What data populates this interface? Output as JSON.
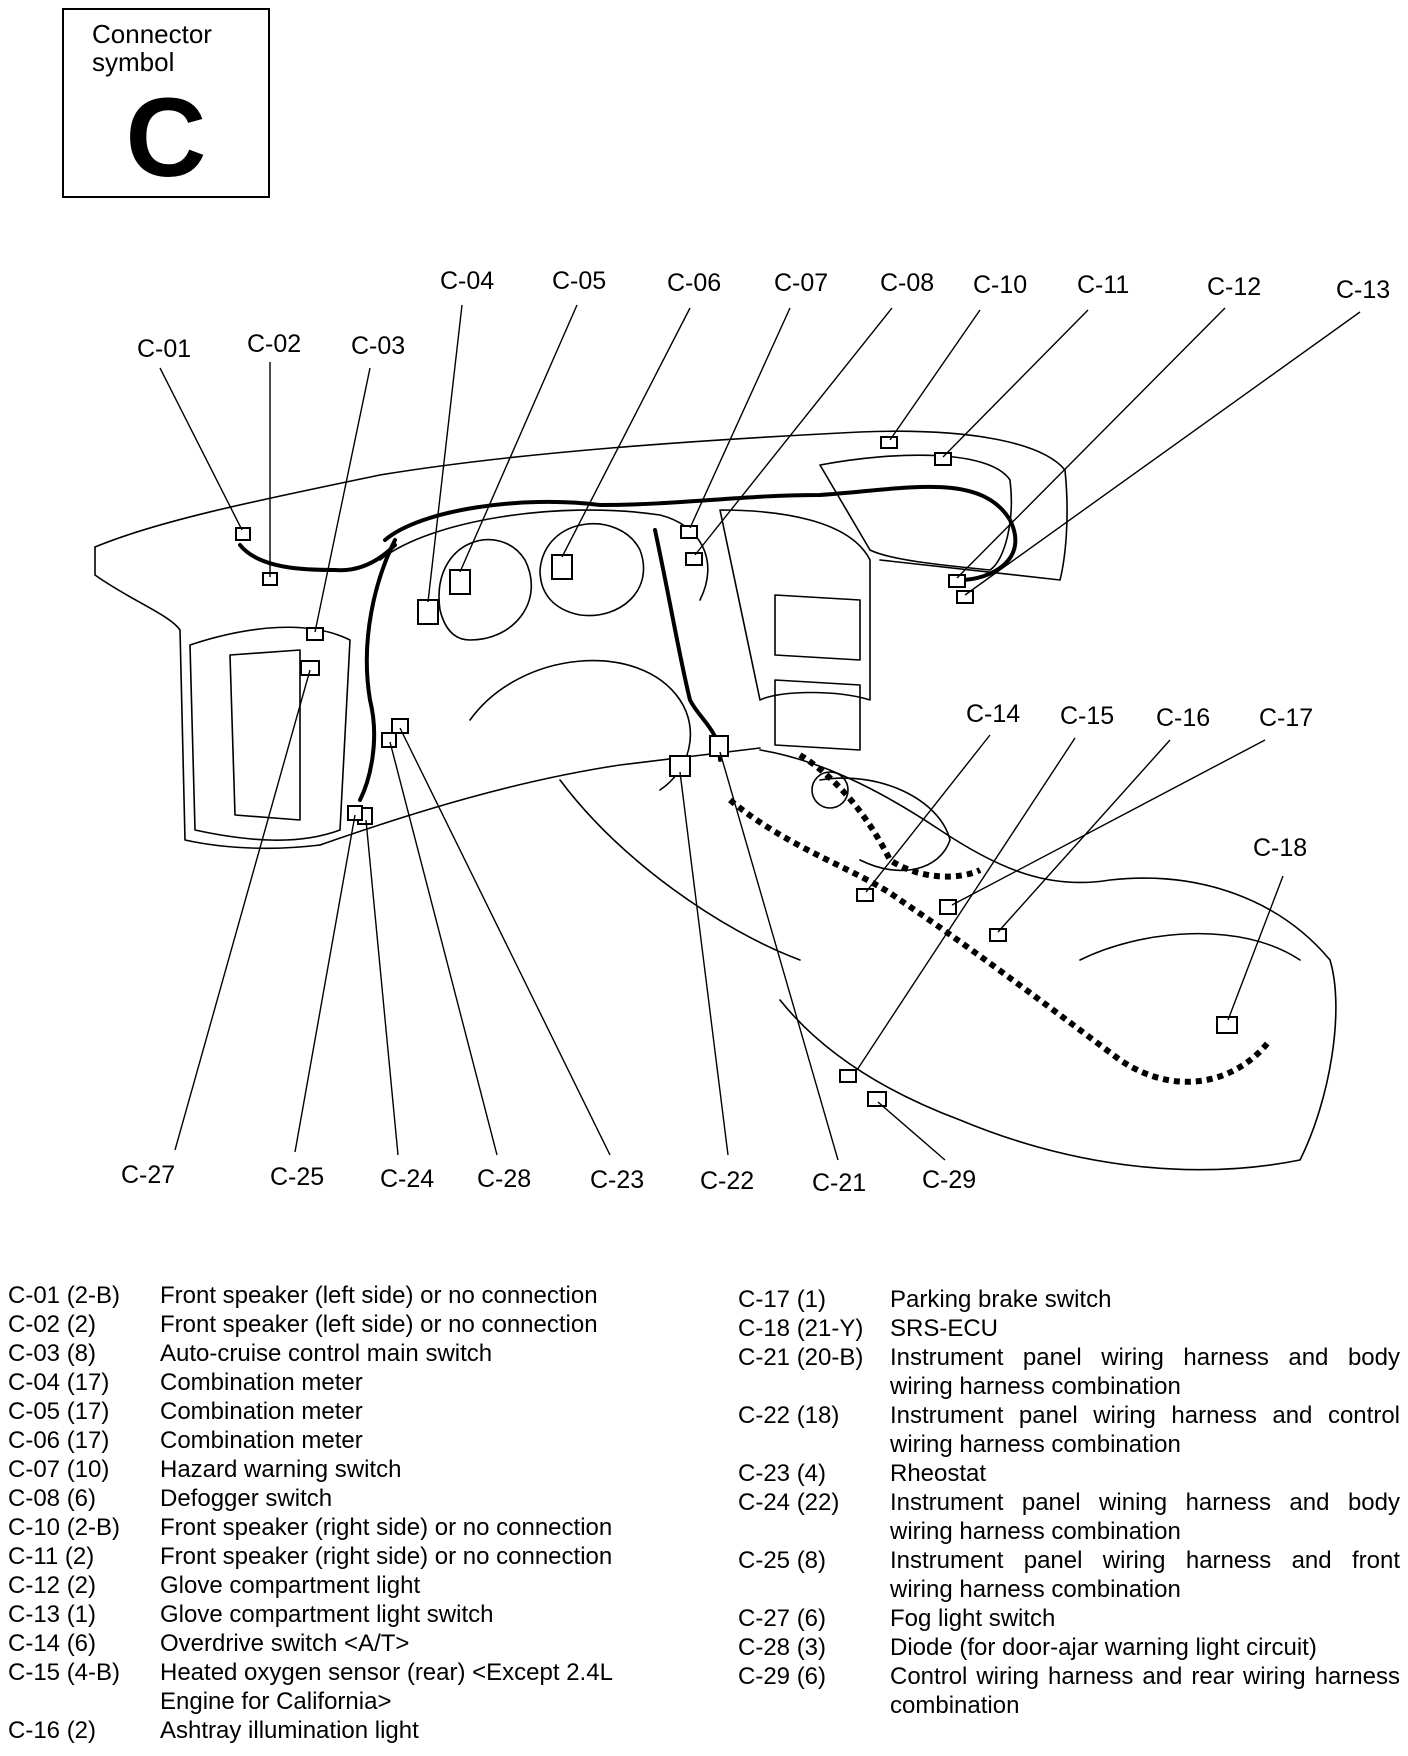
{
  "symbol": {
    "caption_line1": "Connector",
    "caption_line2": "symbol",
    "letter": "C"
  },
  "callouts": {
    "c01": "C-01",
    "c02": "C-02",
    "c03": "C-03",
    "c04": "C-04",
    "c05": "C-05",
    "c06": "C-06",
    "c07": "C-07",
    "c08": "C-08",
    "c10": "C-10",
    "c11": "C-11",
    "c12": "C-12",
    "c13": "C-13",
    "c14": "C-14",
    "c15": "C-15",
    "c16": "C-16",
    "c17": "C-17",
    "c18": "C-18",
    "c21": "C-21",
    "c22": "C-22",
    "c23": "C-23",
    "c24": "C-24",
    "c25": "C-25",
    "c27": "C-27",
    "c28": "C-28",
    "c29": "C-29"
  },
  "legend_left": [
    {
      "code": "C-01 (2-B)",
      "desc": "Front speaker (left side) or no connection"
    },
    {
      "code": "C-02 (2)",
      "desc": "Front speaker (left side) or no connection"
    },
    {
      "code": "C-03 (8)",
      "desc": "Auto-cruise control main switch"
    },
    {
      "code": "C-04 (17)",
      "desc": "Combination meter"
    },
    {
      "code": "C-05 (17)",
      "desc": "Combination meter"
    },
    {
      "code": "C-06 (17)",
      "desc": "Combination meter"
    },
    {
      "code": "C-07 (10)",
      "desc": "Hazard warning switch"
    },
    {
      "code": "C-08 (6)",
      "desc": "Defogger switch"
    },
    {
      "code": "C-10 (2-B)",
      "desc": "Front speaker (right side) or no connection"
    },
    {
      "code": "C-11 (2)",
      "desc": "Front speaker (right side) or no connection"
    },
    {
      "code": "C-12 (2)",
      "desc": "Glove compartment light"
    },
    {
      "code": "C-13 (1)",
      "desc": "Glove compartment light switch"
    },
    {
      "code": "C-14 (6)",
      "desc": "Overdrive switch <A/T>"
    },
    {
      "code": "C-15 (4-B)",
      "desc": "Heated oxygen sensor (rear) <Except 2.4L Engine for California>"
    },
    {
      "code": "C-16 (2)",
      "desc": "Ashtray illumination light"
    }
  ],
  "legend_right": [
    {
      "code": "C-17 (1)",
      "desc": "Parking brake switch"
    },
    {
      "code": "C-18 (21-Y)",
      "desc": "SRS-ECU"
    },
    {
      "code": "C-21 (20-B)",
      "desc": "Instrument panel wiring harness and body wiring harness combination"
    },
    {
      "code": "C-22 (18)",
      "desc": "Instrument panel wiring harness and control wiring harness combination"
    },
    {
      "code": "C-23 (4)",
      "desc": "Rheostat"
    },
    {
      "code": "C-24 (22)",
      "desc": "Instrument panel wining harness and body wiring harness combination"
    },
    {
      "code": "C-25 (8)",
      "desc": "Instrument panel wiring harness and front wiring harness combination"
    },
    {
      "code": "C-27 (6)",
      "desc": "Fog light switch"
    },
    {
      "code": "C-28 (3)",
      "desc": "Diode (for door-ajar warning light circuit)"
    },
    {
      "code": "C-29 (6)",
      "desc": "Control wiring harness and rear wiring harness combination"
    }
  ]
}
